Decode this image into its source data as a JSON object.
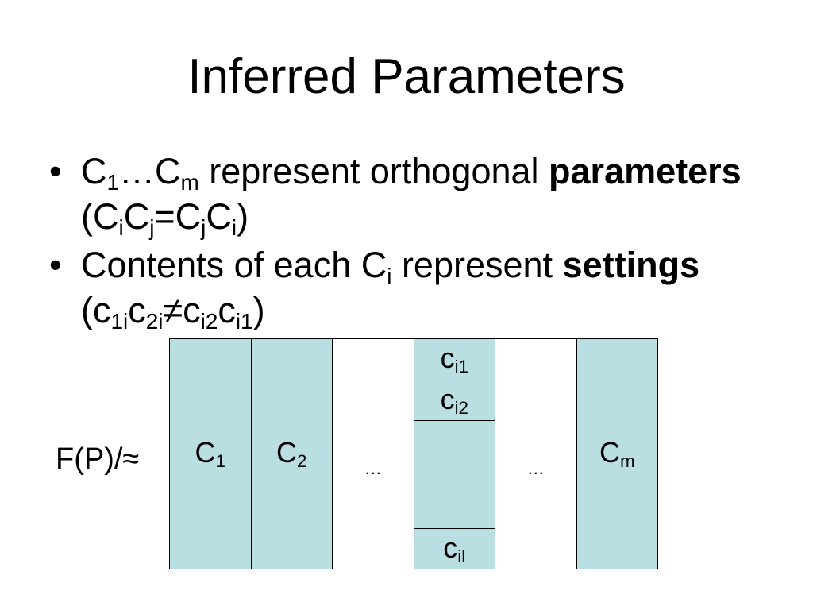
{
  "title": "Inferred Parameters",
  "bullet_glyph": "•",
  "bullets": [
    {
      "lines": [
        [
          {
            "t": "C"
          },
          {
            "t": "1",
            "sub": true
          },
          {
            "t": "…C"
          },
          {
            "t": "m",
            "sub": true
          },
          {
            "t": " represent orthogonal "
          },
          {
            "t": "parameters",
            "bold": true
          }
        ],
        [
          {
            "t": "(C"
          },
          {
            "t": "i",
            "sub": true
          },
          {
            "t": "C"
          },
          {
            "t": "j",
            "sub": true
          },
          {
            "t": "=C"
          },
          {
            "t": "j",
            "sub": true
          },
          {
            "t": "C"
          },
          {
            "t": "i",
            "sub": true
          },
          {
            "t": ")"
          }
        ]
      ]
    },
    {
      "lines": [
        [
          {
            "t": "Contents of each C"
          },
          {
            "t": "i",
            "sub": true
          },
          {
            "t": " represent "
          },
          {
            "t": "settings",
            "bold": true
          }
        ],
        [
          {
            "t": "(c"
          },
          {
            "t": "1i",
            "sub": true
          },
          {
            "t": "c"
          },
          {
            "t": "2i",
            "sub": true
          },
          {
            "t": "≠c"
          },
          {
            "t": "i2",
            "sub": true
          },
          {
            "t": "c"
          },
          {
            "t": "i1",
            "sub": true
          },
          {
            "t": ")"
          }
        ]
      ]
    }
  ],
  "diagram": {
    "row_label": "F(P)/≈",
    "columns": [
      {
        "shaded": true,
        "label": [
          {
            "t": "C"
          },
          {
            "t": "1",
            "sub": true
          }
        ]
      },
      {
        "shaded": true,
        "label": [
          {
            "t": "C"
          },
          {
            "t": "2",
            "sub": true
          }
        ]
      },
      {
        "shaded": false,
        "label": [
          {
            "t": "…"
          }
        ]
      },
      {
        "shaded": true,
        "cells": [
          {
            "label": [
              {
                "t": "c"
              },
              {
                "t": "i1",
                "sub": true
              }
            ]
          },
          {
            "label": [
              {
                "t": "c"
              },
              {
                "t": "i2",
                "sub": true
              }
            ]
          },
          {
            "label": []
          },
          {
            "label": [
              {
                "t": "c"
              },
              {
                "t": "il",
                "sub": true
              }
            ]
          }
        ]
      },
      {
        "shaded": false,
        "label": [
          {
            "t": "…"
          }
        ]
      },
      {
        "shaded": true,
        "label": [
          {
            "t": "C"
          },
          {
            "t": "m",
            "sub": true
          }
        ]
      }
    ]
  },
  "colors": {
    "shade": "#b9dfe3",
    "line": "#000000",
    "text": "#000000",
    "background": "#ffffff"
  }
}
